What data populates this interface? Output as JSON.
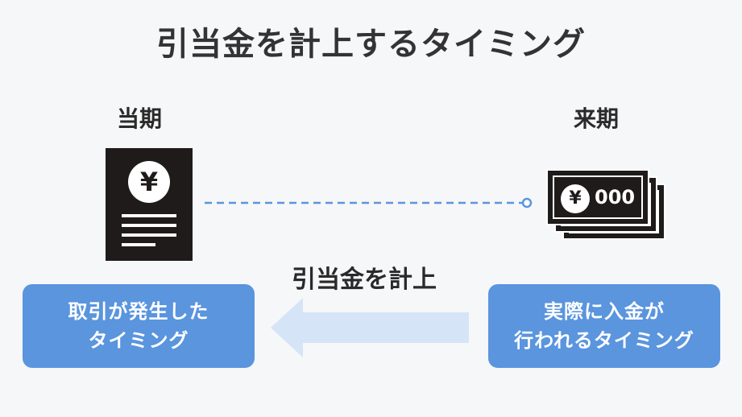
{
  "title": "引当金を計上するタイミング",
  "left": {
    "period": "当期",
    "icon": "document-yen-icon",
    "yen_symbol": "¥",
    "box_lines": [
      "取引が発生した",
      "タイミング"
    ]
  },
  "right": {
    "period": "来期",
    "icon": "banknotes-icon",
    "yen_symbol": "¥",
    "amount": "000",
    "box_lines": [
      "実際に入金が",
      "行われるタイミング"
    ]
  },
  "arrow_label": "引当金を計上",
  "colors": {
    "box": "#5a95de",
    "arrow": "#d6e4f7",
    "dash": "#5a95de",
    "icon": "#1f1b1b"
  }
}
